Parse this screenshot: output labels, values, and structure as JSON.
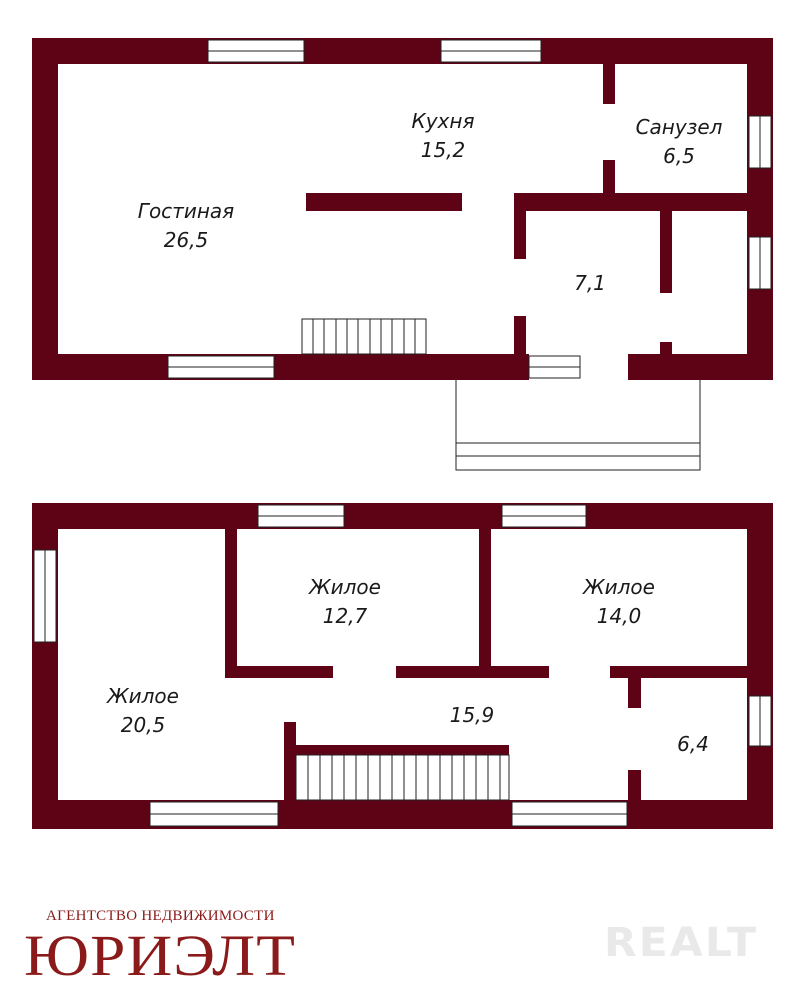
{
  "colors": {
    "wall": "#5e0216",
    "line": "#222222",
    "agency": "#8b1a1a",
    "watermark": "#e9e9e9"
  },
  "floor1": {
    "rooms": [
      {
        "name": "Кухня",
        "area": "15,2"
      },
      {
        "name": "Санузел",
        "area": "6,5"
      },
      {
        "name": "Гостиная",
        "area": "26,5"
      },
      {
        "name": "",
        "area": "7,1"
      }
    ]
  },
  "floor2": {
    "rooms": [
      {
        "name": "Жилое",
        "area": "12,7"
      },
      {
        "name": "Жилое",
        "area": "14,0"
      },
      {
        "name": "Жилое",
        "area": "20,5"
      },
      {
        "name": "",
        "area": "15,9"
      },
      {
        "name": "",
        "area": "6,4"
      }
    ]
  },
  "agency": {
    "caption": "АГЕНТСТВО НЕДВИЖИМОСТИ",
    "name": "ЮРИЭЛТ"
  },
  "watermark": "REALT"
}
